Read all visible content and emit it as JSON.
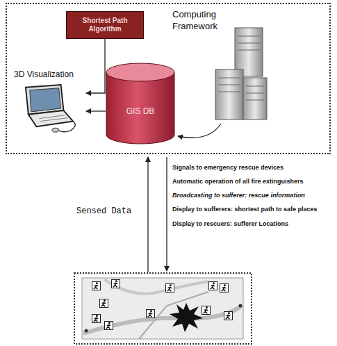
{
  "diagram": {
    "nodes": [
      {
        "text": [
          "Computing Framework"
        ]
      },
      {
        "text": [
          "Shortest Path Algorithm"
        ],
        "in": 0
      },
      {
        "text": [
          "3D Visualization"
        ],
        "in": 0
      },
      {
        "text": [
          "GIS DB"
        ],
        "in": 0
      }
    ],
    "edges": [
      {
        "from": 1,
        "to": 2,
        "arrow": "to"
      },
      {
        "from": 3,
        "to": 2,
        "arrow": "to"
      }
    ],
    "labels": [
      "Sensed Data",
      "Signals to emergency rescue devices",
      "Automatic operation of all fire extinguishers",
      "Broadcasting to sufferer: rescue information",
      "Display to sufferers: shortest path to safe places",
      "Display to rescuers: sufferer Locations"
    ]
  }
}
